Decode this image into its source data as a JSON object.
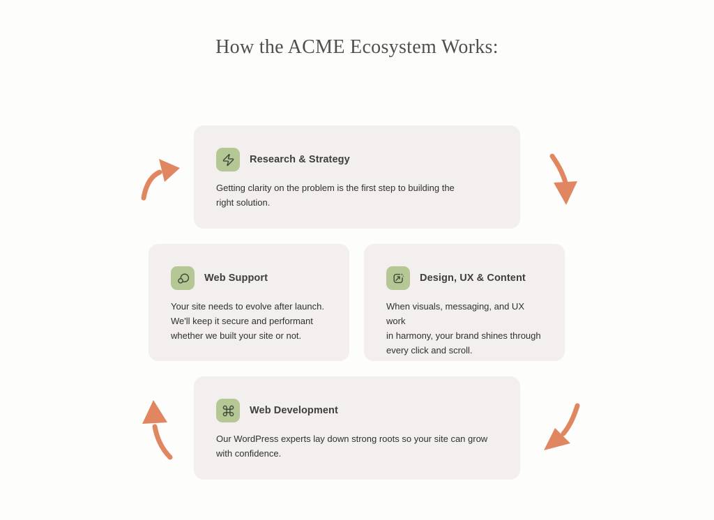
{
  "page": {
    "title": "How the ACME Ecosystem Works:"
  },
  "theme": {
    "page_bg": "#fdfdfc",
    "card_bg": "#f2efee",
    "icon_bg": "#b4c795",
    "icon_stroke": "#3c4a3a",
    "heading_color": "#3e3e3a",
    "body_color": "#30302e",
    "title_color": "#4f4f4f",
    "arrow_color": "#e08660"
  },
  "cards": [
    {
      "icon": "zap-icon",
      "title": "Research & Strategy",
      "body": "Getting clarity on the problem is the first step to building the\nright solution."
    },
    {
      "icon": "chat-bubbles-icon",
      "title": "Web Support",
      "body": "Your site needs to evolve after launch.\nWe'll keep it secure and performant\nwhether we built your site or not."
    },
    {
      "icon": "image-sparkle-icon",
      "title": "Design, UX & Content",
      "body": "When visuals, messaging, and UX work\nin harmony, your brand shines through\nevery click and scroll."
    },
    {
      "icon": "command-icon",
      "title": "Web Development",
      "body": "Our WordPress experts lay down strong roots so your site can grow\nwith confidence."
    }
  ],
  "arrows": [
    {
      "name": "cycle-arrow-top-left",
      "direction": "up-right"
    },
    {
      "name": "cycle-arrow-top-right",
      "direction": "down"
    },
    {
      "name": "cycle-arrow-bottom-right",
      "direction": "down-left"
    },
    {
      "name": "cycle-arrow-bottom-left",
      "direction": "up"
    }
  ]
}
